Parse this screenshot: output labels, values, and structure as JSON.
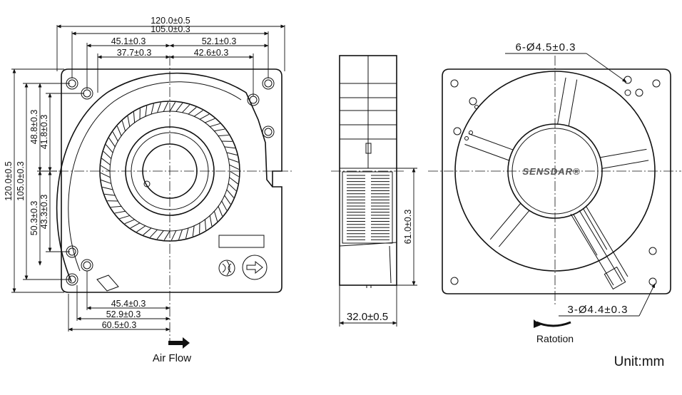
{
  "front_view": {
    "dims_top": [
      "120.0±0.5",
      "105.0±0.3",
      "45.1±0.3",
      "52.1±0.3",
      "37.7±0.3",
      "42.6±0.3"
    ],
    "dims_left": [
      "120.0±0.5",
      "105.0±0.3",
      "48.8±0.3",
      "41.8±0.3",
      "50.3±0.3",
      "43.3±0.3"
    ],
    "dims_bottom": [
      "45.4±0.3",
      "52.9±0.3",
      "60.5±0.3"
    ],
    "air_flow_label": "Air Flow"
  },
  "side_view": {
    "width_dim": "32.0±0.5",
    "height_dim": "61.0±0.3"
  },
  "back_view": {
    "hole_top": "6-Ø4.5±0.3",
    "hole_bottom": "3-Ø4.4±0.3",
    "brand": "SENSDAR®",
    "rotation_label": "Ratotion"
  },
  "unit_label": "Unit:mm"
}
